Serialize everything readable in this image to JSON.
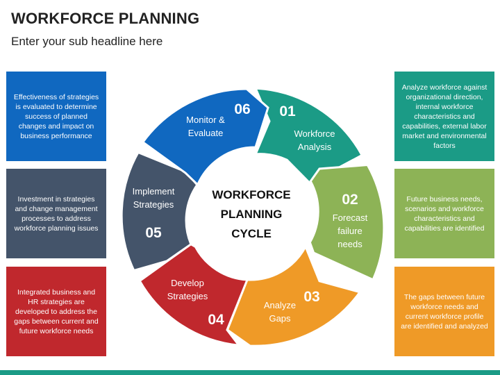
{
  "header": {
    "title": "WORKFORCE PLANNING",
    "subtitle": "Enter your sub headline here"
  },
  "center": {
    "lines": [
      "WORKFORCE",
      "PLANNING",
      "CYCLE"
    ]
  },
  "steps": [
    {
      "number": "01",
      "lines": [
        "Workforce",
        "Analysis"
      ],
      "color": "#1b9b86"
    },
    {
      "number": "02",
      "lines": [
        "Forecast",
        "failure",
        "needs"
      ],
      "color": "#8db356"
    },
    {
      "number": "03",
      "lines": [
        "Analyze",
        "Gaps"
      ],
      "color": "#ef9a27"
    },
    {
      "number": "04",
      "lines": [
        "Develop",
        "Strategies"
      ],
      "color": "#c0282d"
    },
    {
      "number": "05",
      "lines": [
        "Implement",
        "Strategies"
      ],
      "color": "#44546a"
    },
    {
      "number": "06",
      "lines": [
        "Monitor &",
        "Evaluate"
      ],
      "color": "#1068c0"
    }
  ],
  "left_boxes": [
    {
      "text": "Effectiveness of strategies is evaluated to determine success of planned changes and impact on business performance",
      "color": "#1068c0"
    },
    {
      "text": "Investment in strategies and change management processes to address workforce planning issues",
      "color": "#44546a"
    },
    {
      "text": "Integrated business and HR strategies are developed to address the gaps between current and future workforce needs",
      "color": "#c0282d"
    }
  ],
  "right_boxes": [
    {
      "text": "Analyze workforce against organizational direction, internal workforce characteristics and capabilities, external labor market and environmental factors",
      "color": "#1b9b86"
    },
    {
      "text": "Future business needs, scenarios and workforce characteristics and capabilities are identified",
      "color": "#8db356"
    },
    {
      "text": "The gaps between future workforce needs and current workforce profile are identified and analyzed",
      "color": "#ef9a27"
    }
  ],
  "footer": {
    "bar_color": "#1b9b86"
  }
}
